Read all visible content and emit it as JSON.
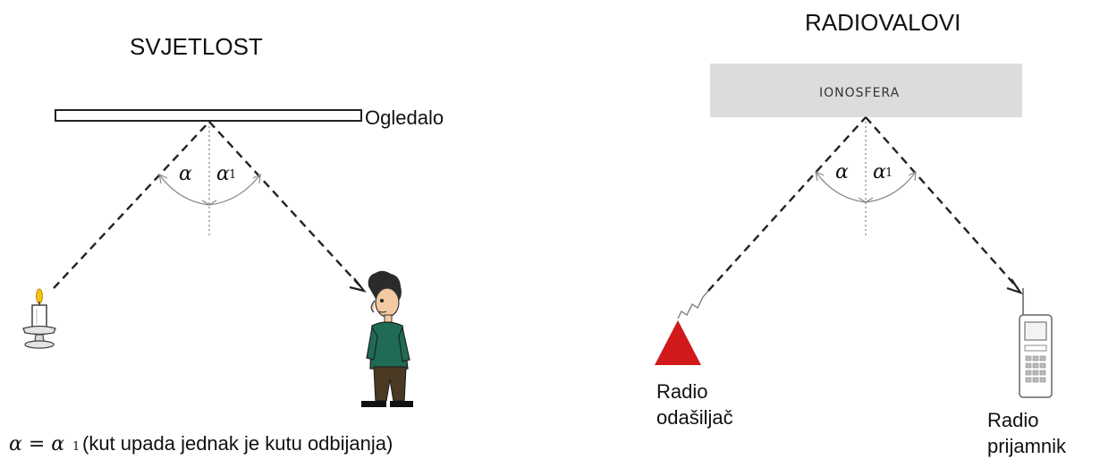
{
  "left": {
    "title": "SVJETLOST",
    "mirror_label": "Ogledalo",
    "angle_incidence": "α",
    "angle_reflection": "α",
    "angle_reflection_sub": "1",
    "formula_lhs": "α = α",
    "formula_sub": "1",
    "formula_text": "(kut upada jednak je kutu odbijanja)"
  },
  "right": {
    "title": "RADIOVALOVI",
    "ionosphere_label": "IONOSFERA",
    "angle_incidence": "α",
    "angle_reflection": "α",
    "angle_reflection_sub": "1",
    "transmitter_line1": "Radio",
    "transmitter_line2": "odašiljač",
    "receiver_line1": "Radio",
    "receiver_line2": "prijamnik"
  },
  "colors": {
    "transmitter": "#d0191b",
    "ionosphere": "#dcdcdc",
    "flame": "#f2c318",
    "shirt": "#1f6b55",
    "trousers": "#4a3a24"
  }
}
